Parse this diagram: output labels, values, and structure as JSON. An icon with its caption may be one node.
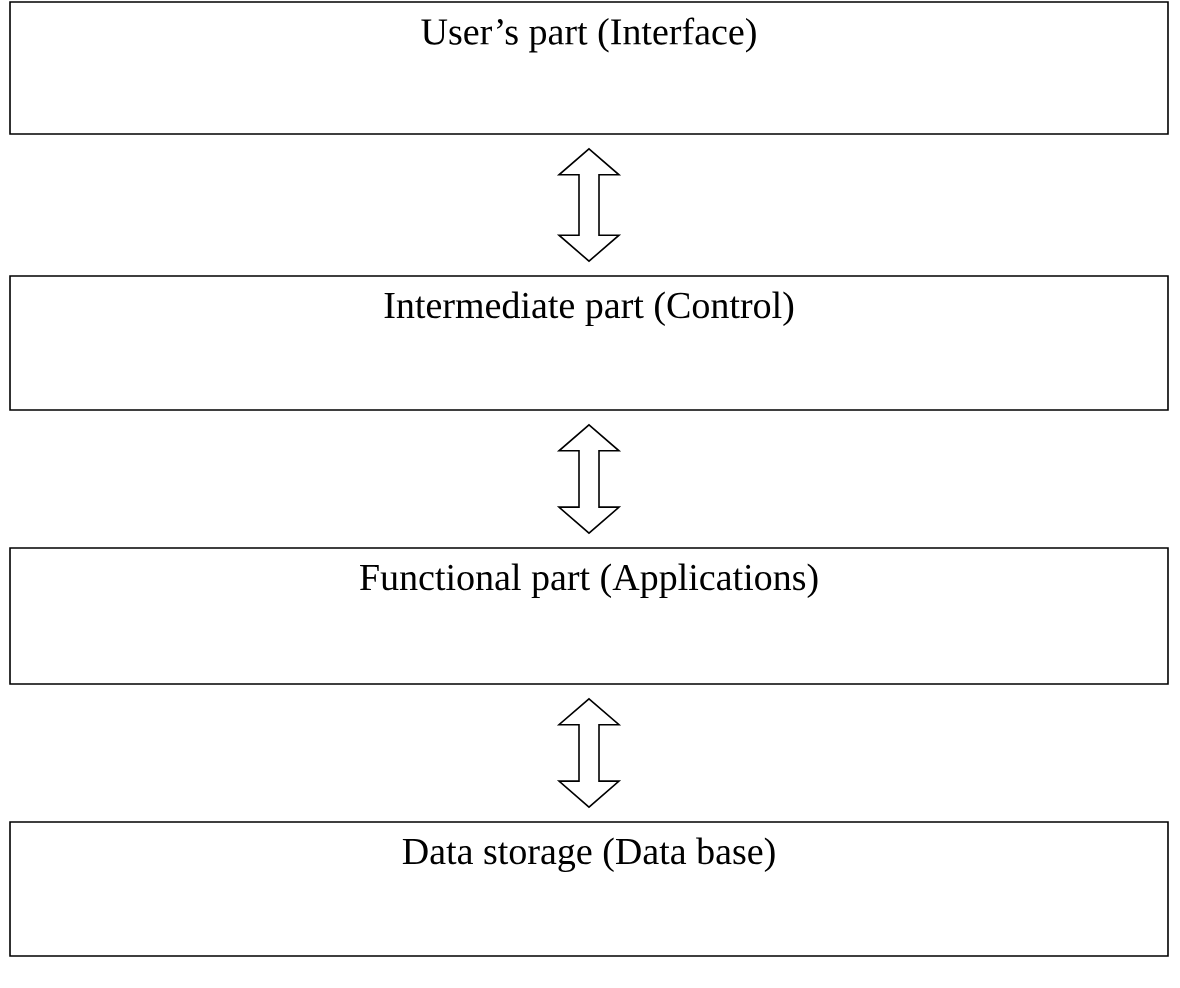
{
  "diagram": {
    "nodes": [
      {
        "text": [
          "User’s part (Interface)"
        ]
      },
      {
        "text": [
          "Intermediate part (Control)"
        ]
      },
      {
        "text": [
          "Functional part (Applications)"
        ]
      },
      {
        "text": [
          "Data storage (Data base)"
        ]
      }
    ],
    "edges": [
      {
        "from": 0,
        "to": 1,
        "arrow": "both"
      },
      {
        "from": 1,
        "to": 2,
        "arrow": "both"
      },
      {
        "from": 2,
        "to": 3,
        "arrow": "both"
      }
    ]
  }
}
